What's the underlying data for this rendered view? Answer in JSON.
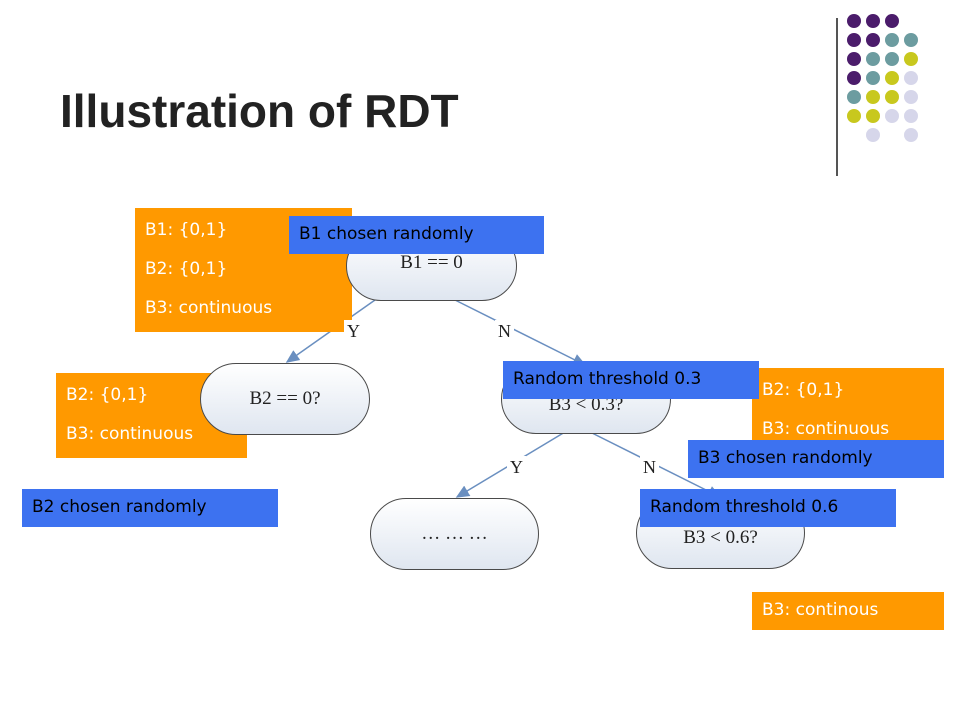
{
  "title": "Illustration of RDT",
  "colors": {
    "dots": [
      "#4b1c6b",
      "#6c9ca0",
      "#c8c81e",
      "#d6d6ea"
    ],
    "orange": "#ff9900",
    "blue": "#3d72f0",
    "edge": "#6a8fc0"
  },
  "nodes": {
    "root": "B1 == 0",
    "left": "B2 == 0?",
    "right": "B3 < 0.3?",
    "left_child": "… … …",
    "right_child": "B3 < 0.6?"
  },
  "edge_labels": {
    "root_yes": "Y",
    "root_no": "N",
    "right_yes": "Y",
    "right_no": "N"
  },
  "attribute_boxes": {
    "root": [
      "B1: {0,1}",
      "B2: {0,1}",
      "B3: continuous"
    ],
    "left": [
      "B2: {0,1}",
      "B3: continuous"
    ],
    "right": [
      "B2: {0,1}",
      "B3: continuous"
    ],
    "bottom": [
      "B3: continous"
    ]
  },
  "callouts": {
    "b1": "B1 chosen randomly",
    "b2": "B2 chosen randomly",
    "threshold_03": "Random threshold 0.3",
    "b3": "B3 chosen randomly",
    "threshold_06": "Random threshold 0.6"
  }
}
